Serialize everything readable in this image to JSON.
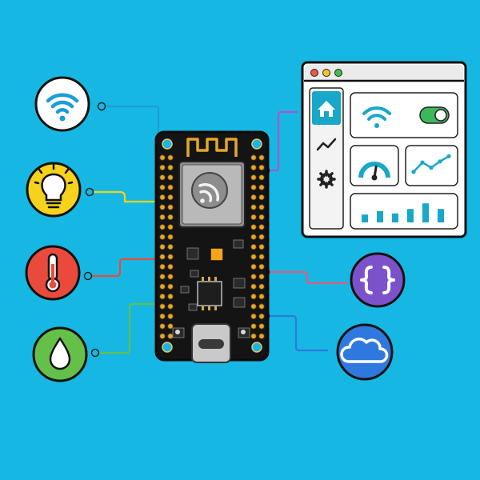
{
  "colors": {
    "background": "#16b8e3",
    "outline": "#111111",
    "wifi_blue": "#1a9ed4",
    "bulb_yellow": "#f6d21c",
    "thermo_red": "#ea4a3c",
    "drop_green": "#65c04a",
    "code_purple": "#7b52c9",
    "cloud_blue": "#2f78de",
    "wire_purple": "#a15ad0",
    "wire_pink": "#e45a7e",
    "wire_blue": "#2f78de",
    "accent_teal": "#18a7c8",
    "toggle_green": "#3cb85a",
    "board_black": "#141414",
    "antenna_gold": "#e4a72a"
  },
  "board": {
    "module_icon": "chip-wireless-icon",
    "connector_icon": "usb-c-port-icon"
  },
  "left_icons": [
    {
      "icon": "wifi-icon",
      "color": "#1a9ed4"
    },
    {
      "icon": "lightbulb-icon",
      "color": "#f6d21c"
    },
    {
      "icon": "thermometer-icon",
      "color": "#ea4a3c"
    },
    {
      "icon": "water-drop-icon",
      "color": "#65c04a"
    }
  ],
  "right_icons": [
    {
      "icon": "code-braces-icon",
      "color": "#7b52c9"
    },
    {
      "icon": "cloud-icon",
      "color": "#2f78de"
    }
  ],
  "dashboard": {
    "window_buttons": [
      "#f0554b",
      "#f5c42c",
      "#44c04a"
    ],
    "sidebar": [
      "home-icon",
      "trend-line-icon",
      "gear-icon"
    ],
    "active_sidebar_index": 0,
    "toggle_on": true,
    "gauge_level": 0.55,
    "mini_chart": [
      0.2,
      0.65,
      0.4,
      0.7,
      0.95
    ],
    "bar_chart": [
      0.35,
      0.5,
      0.4,
      0.6,
      0.85,
      0.6
    ]
  }
}
